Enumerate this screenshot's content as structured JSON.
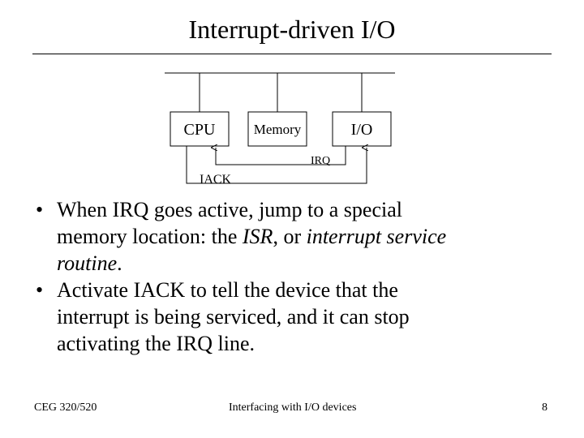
{
  "slide": {
    "title": "Interrupt-driven I/O"
  },
  "diagram": {
    "cpu_label": "CPU",
    "memory_label": "Memory",
    "io_label": "I/O",
    "irq_label": "IRQ",
    "iack_label": "IACK"
  },
  "bullets": [
    {
      "dot": "•",
      "line1": "When IRQ goes active, jump to a special",
      "line2a": "memory location:  the ",
      "line2b": "ISR",
      "line2c": ", or ",
      "line2d": "interrupt service",
      "line3a": "routine",
      "line3b": "."
    },
    {
      "dot": "•",
      "line1": "Activate IACK to tell the device that the",
      "line2": "interrupt is being serviced, and it can stop",
      "line3": "activating the IRQ line."
    }
  ],
  "footer": {
    "left": "CEG 320/520",
    "center": "Interfacing with I/O devices",
    "page": "8"
  }
}
